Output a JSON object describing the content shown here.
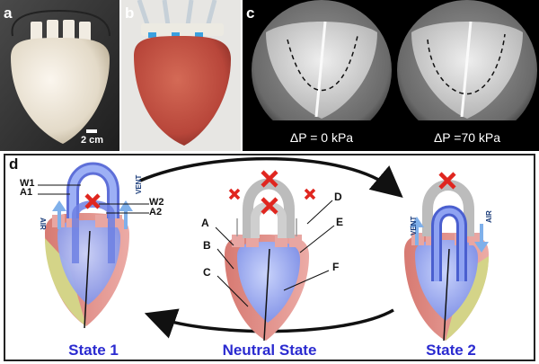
{
  "panels": {
    "a": {
      "label": "a",
      "scale_text": "2 cm"
    },
    "b": {
      "label": "b"
    },
    "c": {
      "label": "c",
      "xray_left": "ΔP = 0 kPa",
      "xray_right": "ΔP =70 kPa"
    },
    "d": {
      "label": "d"
    }
  },
  "callouts": {
    "w1": "W1",
    "a1": "A1",
    "w2": "W2",
    "a2": "A2",
    "air": "AIR",
    "vent": "VENT",
    "A": "A",
    "B": "B",
    "C": "C",
    "D": "D",
    "E": "E",
    "F": "F"
  },
  "states": {
    "state1": "State 1",
    "neutral": "Neutral State",
    "state2": "State 2"
  },
  "colors": {
    "caption_blue": "#2b2bd0",
    "ventricle_blue": "#8c9ff0",
    "septum_red": "#c85a4c",
    "muscle_pink": "#e9a3a0",
    "atrium_yellow": "#d8d88a",
    "arrow_blue": "#7fb0ea",
    "cross_red": "#e0261f"
  }
}
